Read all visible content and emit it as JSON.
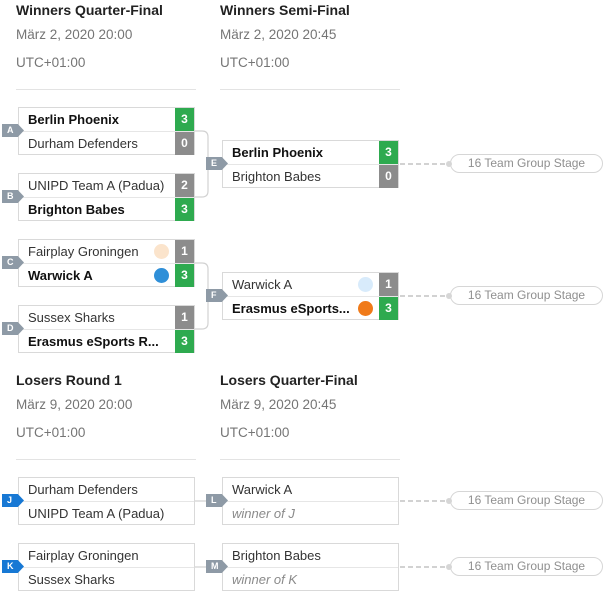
{
  "rounds": [
    {
      "title": "Winners Quarter-Final",
      "date": "März 2, 2020 20:00",
      "tz": "UTC+01:00"
    },
    {
      "title": "Winners Semi-Final",
      "date": "März 2, 2020 20:45",
      "tz": "UTC+01:00"
    },
    {
      "title": "Losers Round 1",
      "date": "März 9, 2020 20:00",
      "tz": "UTC+01:00"
    },
    {
      "title": "Losers Quarter-Final",
      "date": "März 9, 2020 20:45",
      "tz": "UTC+01:00"
    }
  ],
  "matches": [
    {
      "label": "A",
      "teams": [
        {
          "name": "Berlin Phoenix",
          "score": "3",
          "win": true
        },
        {
          "name": "Durham Defenders",
          "score": "0",
          "win": false
        }
      ]
    },
    {
      "label": "B",
      "teams": [
        {
          "name": "UNIPD Team A (Padua)",
          "score": "2",
          "win": false
        },
        {
          "name": "Brighton Babes",
          "score": "3",
          "win": true
        }
      ]
    },
    {
      "label": "C",
      "teams": [
        {
          "name": "Fairplay Groningen",
          "score": "1",
          "win": false,
          "dot": "#fbe4cc"
        },
        {
          "name": "Warwick A",
          "score": "3",
          "win": true,
          "dot": "#2f8fd8"
        }
      ]
    },
    {
      "label": "D",
      "teams": [
        {
          "name": "Sussex Sharks",
          "score": "1",
          "win": false
        },
        {
          "name": "Erasmus eSports R...",
          "score": "3",
          "win": true
        }
      ]
    },
    {
      "label": "E",
      "teams": [
        {
          "name": "Berlin Phoenix",
          "score": "3",
          "win": true
        },
        {
          "name": "Brighton Babes",
          "score": "0",
          "win": false
        }
      ]
    },
    {
      "label": "F",
      "teams": [
        {
          "name": "Warwick A",
          "score": "1",
          "win": false,
          "dot": "#d8ebfb"
        },
        {
          "name": "Erasmus eSports...",
          "score": "3",
          "win": true,
          "dot": "#f07a19"
        }
      ]
    },
    {
      "label": "J",
      "teams": [
        {
          "name": "Durham Defenders"
        },
        {
          "name": "UNIPD Team A (Padua)"
        }
      ]
    },
    {
      "label": "K",
      "teams": [
        {
          "name": "Fairplay Groningen"
        },
        {
          "name": "Sussex Sharks"
        }
      ]
    },
    {
      "label": "L",
      "teams": [
        {
          "name": "Warwick A"
        },
        {
          "name": "winner of J",
          "placeholder": true
        }
      ]
    },
    {
      "label": "M",
      "teams": [
        {
          "name": "Brighton Babes"
        },
        {
          "name": "winner of K",
          "placeholder": true
        }
      ]
    }
  ],
  "next_stage_label": "16 Team Group Stage",
  "colors": {
    "win_score": "#2eaa4f",
    "lose_score": "#8c8c8c",
    "tag_winners": "#8e9aa6",
    "tag_losers": "#1778d4",
    "connector": "#d2d2d2"
  }
}
